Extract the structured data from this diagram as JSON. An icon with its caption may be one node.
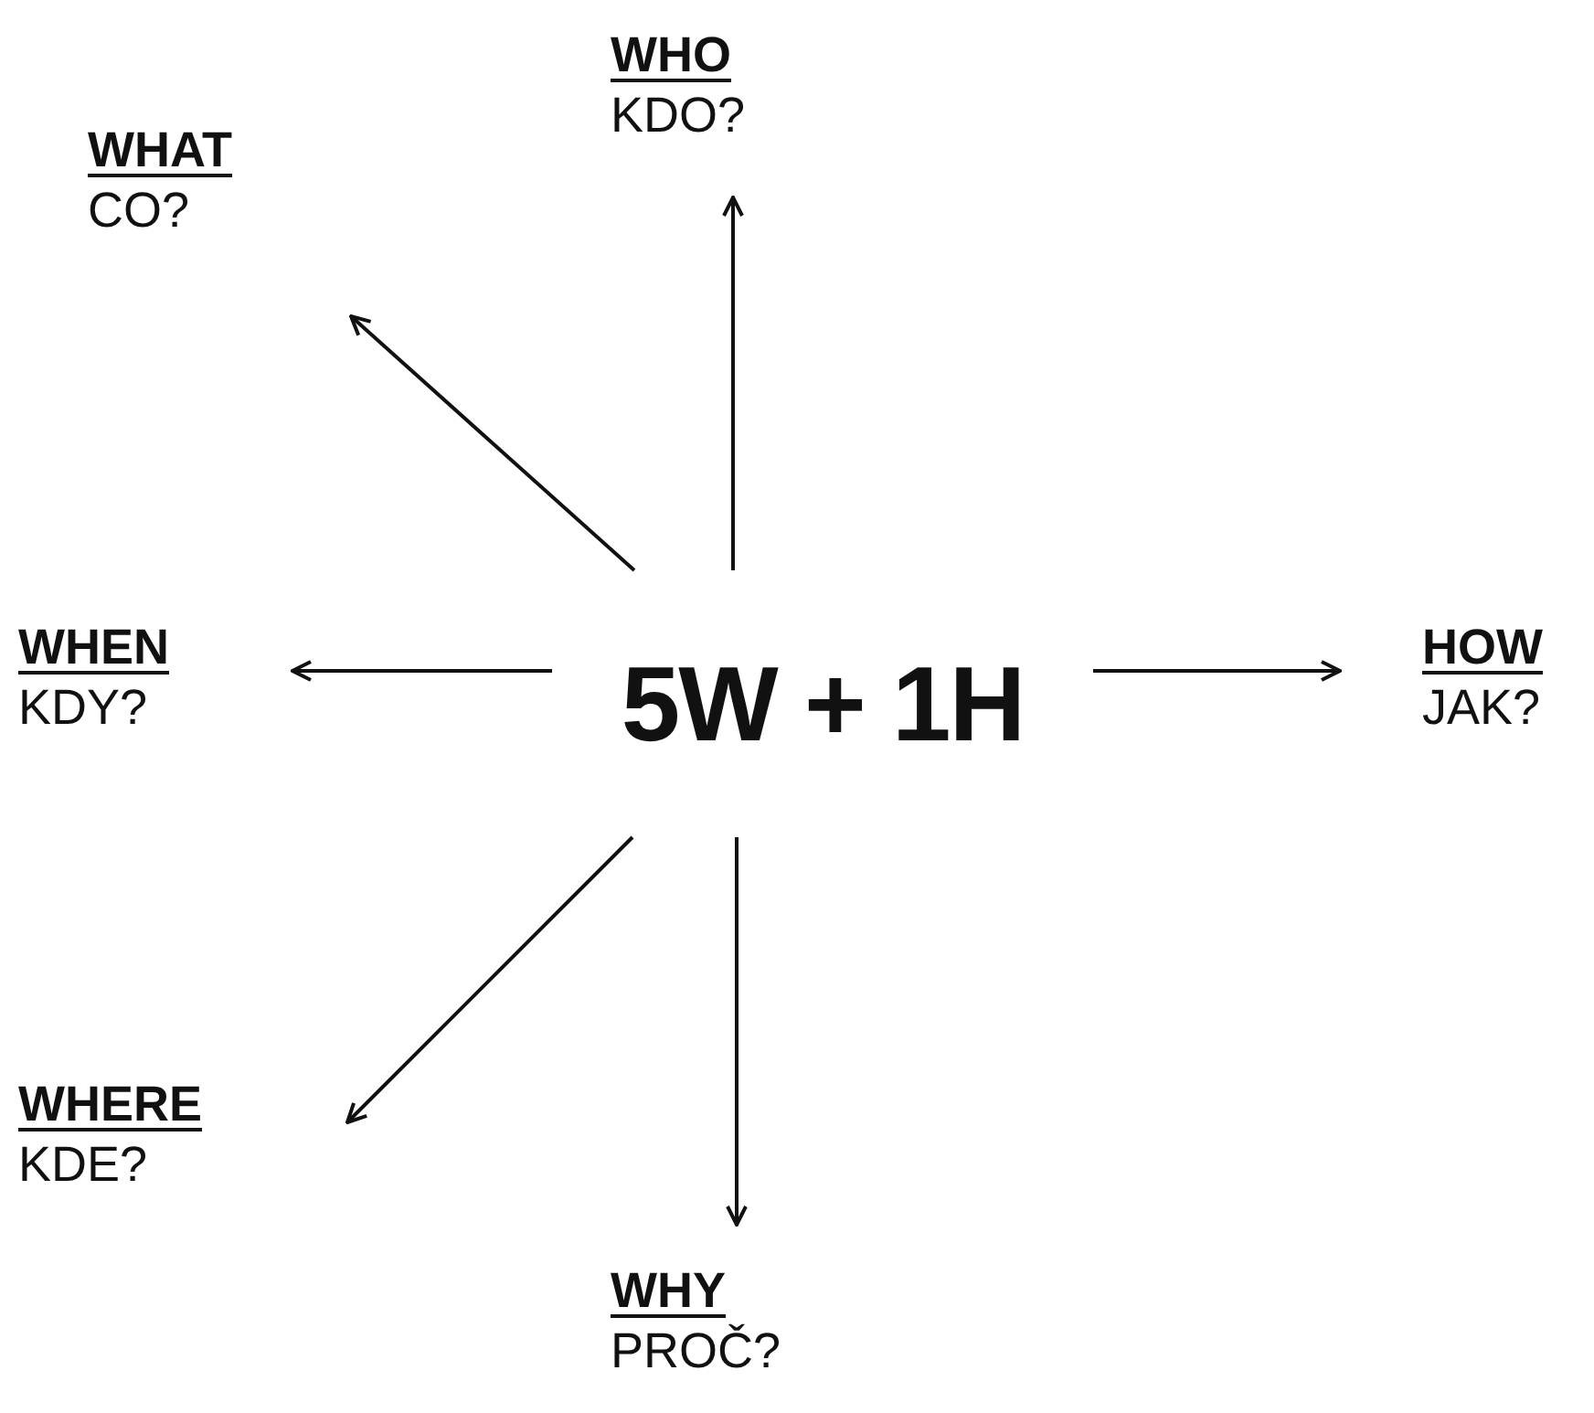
{
  "diagram": {
    "nodes": [
      {
        "text": [
          "5W + 1H"
        ]
      },
      {
        "text": [
          "WHO",
          "KDO?"
        ]
      },
      {
        "text": [
          "WHAT",
          "CO?"
        ]
      },
      {
        "text": [
          "WHEN",
          "KDY?"
        ]
      },
      {
        "text": [
          "HOW",
          "JAK?"
        ]
      },
      {
        "text": [
          "WHERE",
          "KDE?"
        ]
      },
      {
        "text": [
          "WHY",
          "PROČ?"
        ]
      }
    ],
    "edges": [
      {
        "from": 0,
        "to": 1,
        "arrow": "to"
      },
      {
        "from": 0,
        "to": 2,
        "arrow": "to"
      },
      {
        "from": 0,
        "to": 3,
        "arrow": "to"
      },
      {
        "from": 0,
        "to": 4,
        "arrow": "to"
      },
      {
        "from": 0,
        "to": 5,
        "arrow": "to"
      },
      {
        "from": 0,
        "to": 6,
        "arrow": "to"
      }
    ]
  }
}
